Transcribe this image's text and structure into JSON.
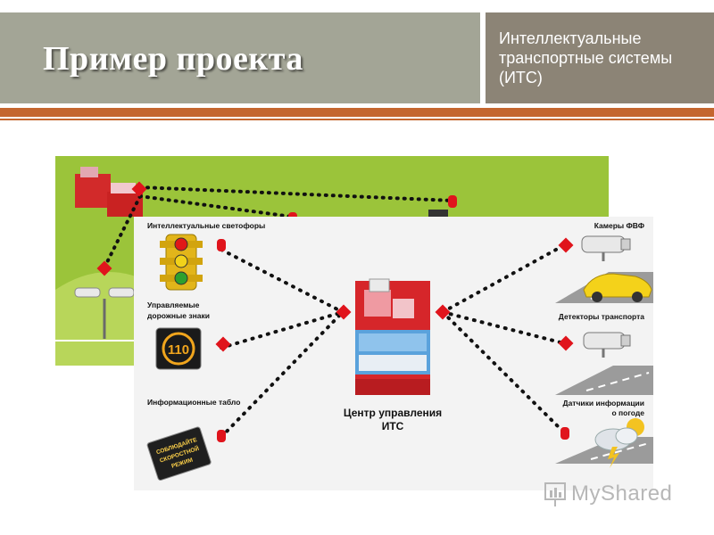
{
  "slide": {
    "title": "Пример проекта",
    "subtitle": "Интеллектуальные транспортные системы (ИТС)"
  },
  "diagram": {
    "left_labels": {
      "traffic_lights": "Интеллектуальные светофоры",
      "road_signs_line1": "Управляемые",
      "road_signs_line2": "дорожные знаки",
      "info_boards": "Информационные табло"
    },
    "right_labels": {
      "cameras": "Камеры ФВФ",
      "detectors": "Детекторы транспорта",
      "weather_line1": "Датчики информации",
      "weather_line2": "о погоде"
    },
    "center_line1": "Центр управления",
    "center_line2": "ИТС",
    "speed_sign": "110",
    "board_text_line1": "СОБЛЮДАЙТЕ",
    "board_text_line2": "СКОРОСТНОЙ",
    "board_text_line3": "РЕЖИМ"
  },
  "watermark": "MyShared",
  "colors": {
    "title_bar": "#a3a596",
    "subtitle_box": "#8c8476",
    "accent_stripe": "#c4662f",
    "green_background": "#9bc43a",
    "node_red": "#e0141c"
  }
}
